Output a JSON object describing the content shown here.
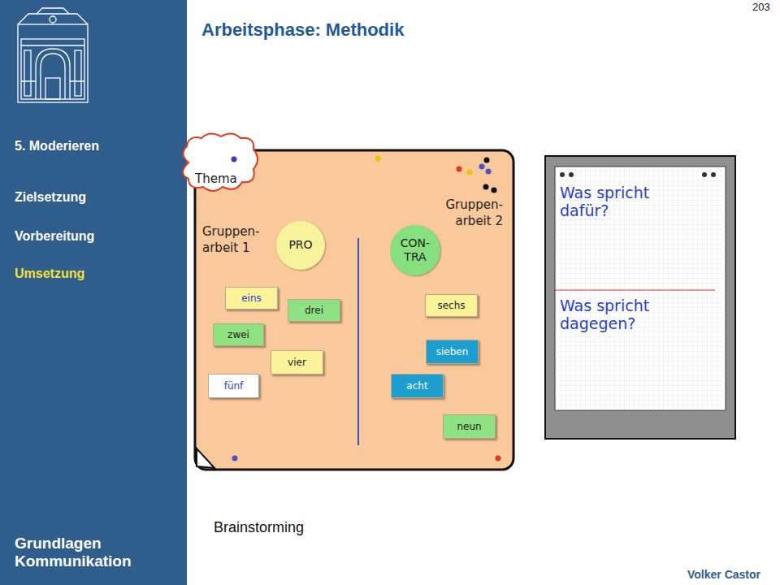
{
  "diagram": {
    "title": "Arbeitsphase: Methodik",
    "caption": "Brainstorming",
    "nodes": [
      {
        "text": [
          "Thema"
        ]
      },
      {
        "text": [
          "PRO"
        ]
      },
      {
        "text": [
          "CON- TRA"
        ]
      },
      {
        "text": [
          "eins"
        ]
      },
      {
        "text": [
          "drei"
        ]
      },
      {
        "text": [
          "zwei"
        ]
      },
      {
        "text": [
          "vier"
        ]
      },
      {
        "text": [
          "fünf"
        ]
      },
      {
        "text": [
          "sechs"
        ]
      },
      {
        "text": [
          "sieben"
        ]
      },
      {
        "text": [
          "acht"
        ]
      },
      {
        "text": [
          "neun"
        ]
      },
      {
        "text": [
          "Was spricht dafür?",
          "Was spricht dagegen?"
        ]
      },
      {
        "text": [
          "fünf"
        ],
        "in": 12
      },
      {
        "text": [
          "sechs"
        ],
        "in": 12
      },
      {
        "text": [
          "sieben"
        ],
        "in": 12
      },
      {
        "text": [
          "sieben"
        ],
        "in": 12
      },
      {
        "text": [
          "fünf"
        ],
        "in": 12
      },
      {
        "text": [
          "vier"
        ],
        "in": 12
      },
      {
        "text": [
          "drei"
        ],
        "in": 12
      }
    ],
    "labels": [
      "203",
      "5. Moderieren",
      "Zielsetzung",
      "Vorbereitung",
      "Umsetzung",
      "Grundlagen Kommunikation",
      "Gruppen- arbeit 1",
      "Gruppen- arbeit 2",
      "Volker Castor"
    ]
  }
}
